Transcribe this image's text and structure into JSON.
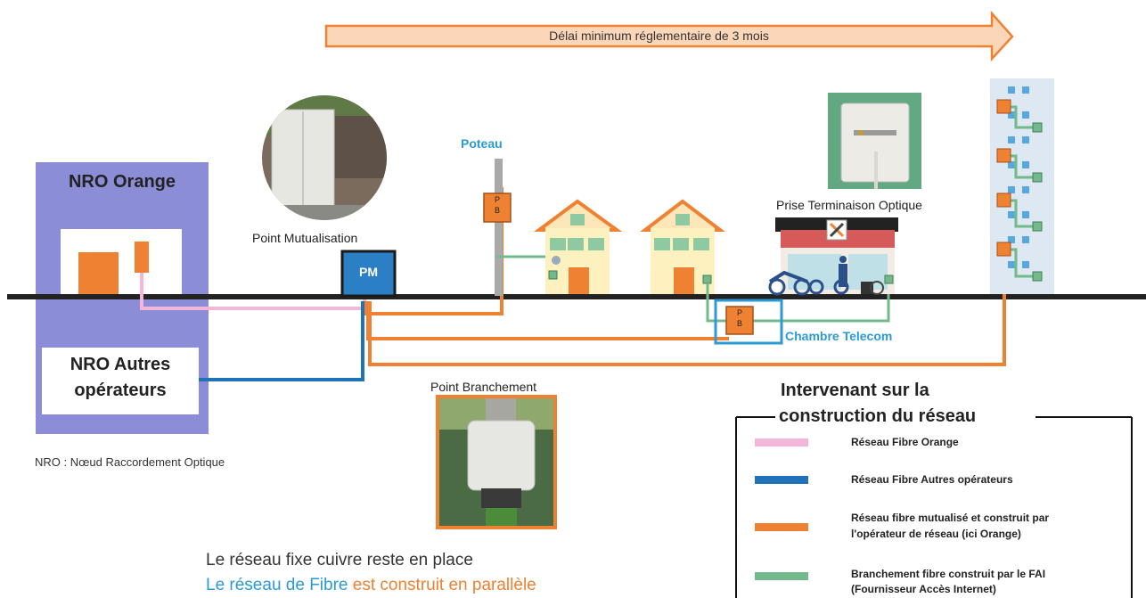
{
  "timeline": {
    "label": "Délai minimum réglementaire de 3 mois"
  },
  "nro_orange": {
    "title": "NRO Orange"
  },
  "nro_autres": {
    "line1": "NRO Autres",
    "line2": "opérateurs"
  },
  "nro_note": "NRO : Nœud Raccordement Optique",
  "labels": {
    "poteau": "Poteau",
    "point_mutualisation": "Point Mutualisation",
    "pm": "PM",
    "pb": "P\nB",
    "prise_terminaison": "Prise Terminaison Optique",
    "chambre_telecom": "Chambre Telecom",
    "point_branchement": "Point Branchement"
  },
  "footer": {
    "line1": "Le réseau fixe cuivre reste en place",
    "line2_part1": "Le réseau de Fibre",
    "line2_part2": "est construit en parallèle"
  },
  "legend": {
    "title_line1": "Intervenant sur la",
    "title_line2": "construction du réseau",
    "items": [
      {
        "label": "Réseau Fibre Orange",
        "color": "#f4b6d8"
      },
      {
        "label": "Réseau Fibre Autres opérateurs",
        "color": "#1f72b8"
      },
      {
        "label": "Réseau fibre mutualisé et construit par l'opérateur de réseau (ici Orange)",
        "line1": "Réseau fibre mutualisé et construit par",
        "line2": "l'opérateur de réseau (ici Orange)",
        "color": "#ee8232"
      },
      {
        "label": "Branchement fibre construit par le FAI (Fournisseur Accès Internet)",
        "line1": "Branchement fibre construit par le FAI",
        "line2": "(Fournisseur Accès Internet)",
        "color": "#74b98c"
      }
    ]
  },
  "colors": {
    "orange_fiber": "#ee8232",
    "pink_fiber": "#f4b6d8",
    "blue_fiber": "#1f72b8",
    "green_fiber": "#74b98c",
    "label_blue": "#2b9ad6",
    "nro_panel": "#8b8ed6"
  }
}
